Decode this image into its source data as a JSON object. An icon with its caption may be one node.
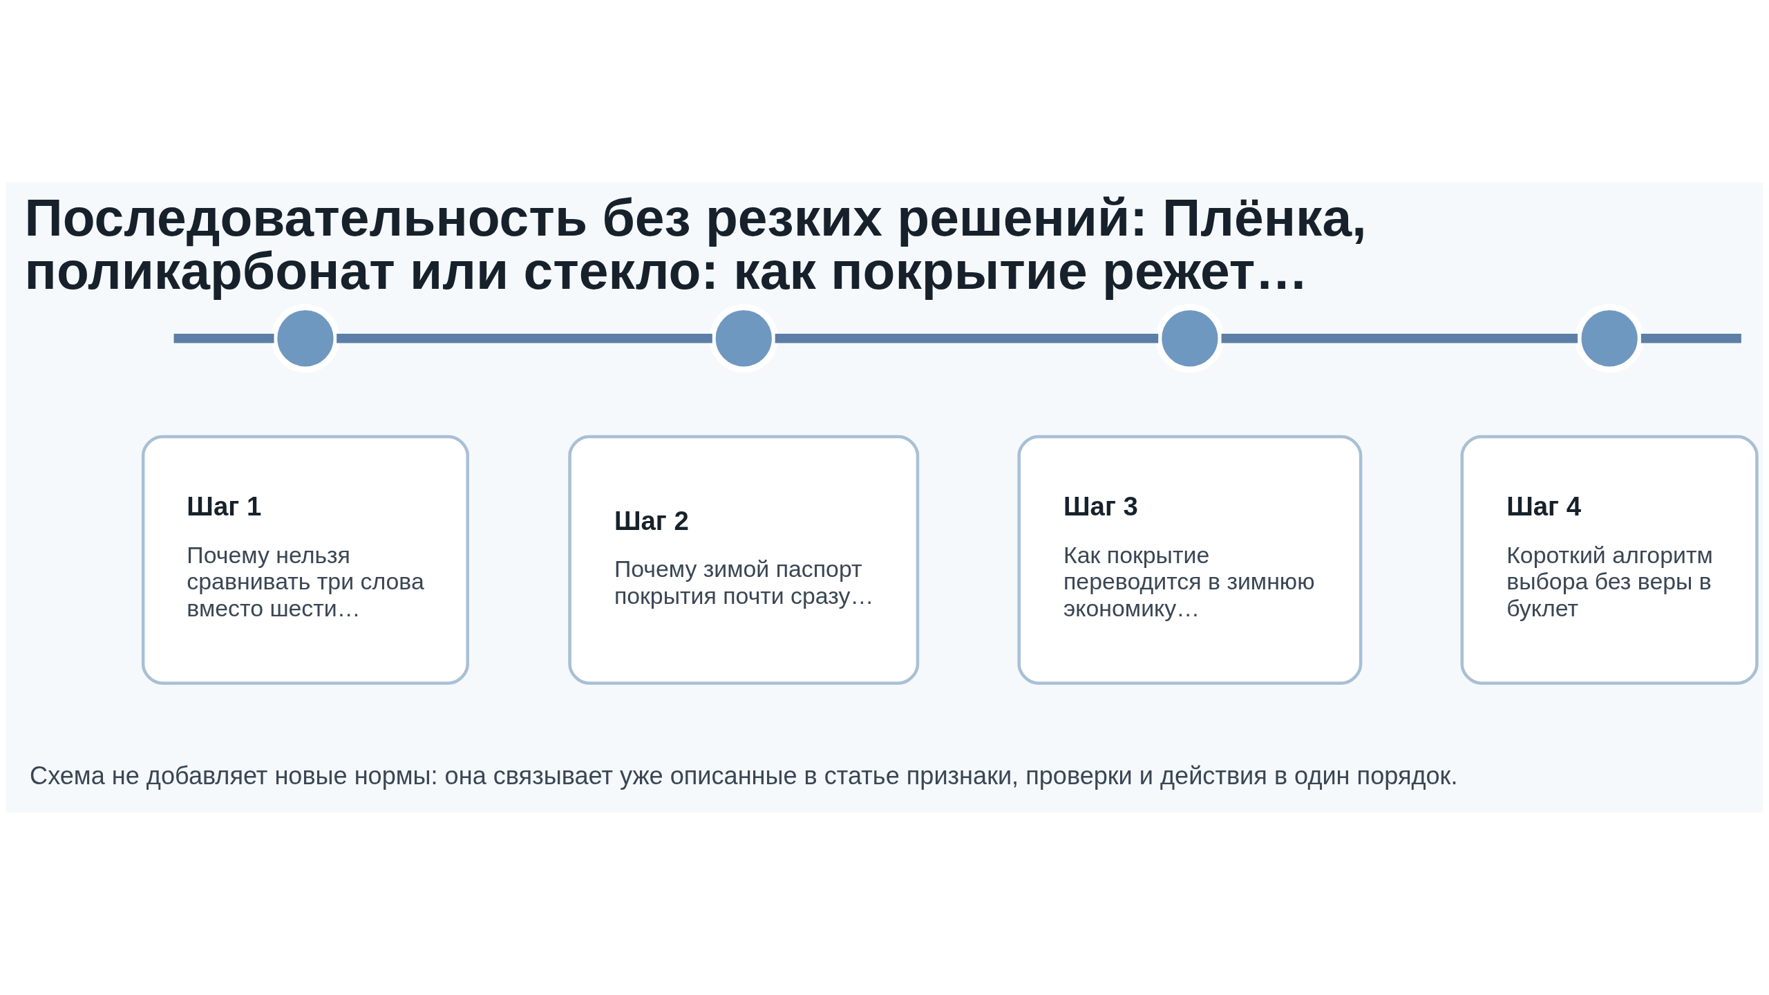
{
  "diagram": {
    "title": "Последовательность без резких решений: Плёнка, поликарбонат или стекло: как покрытие режет…",
    "caption": "Схема не добавляет новые нормы: она связывает уже описанные в статье признаки, проверки и действия в один порядок.",
    "nodes": [
      {
        "text": [],
        "shape": "circle"
      },
      {
        "text": [],
        "shape": "circle"
      },
      {
        "text": [],
        "shape": "circle"
      },
      {
        "text": [],
        "shape": "circle"
      },
      {
        "text": [
          "Шаг 1",
          "Почему нельзя сравнивать три слова вместо шести…"
        ]
      },
      {
        "text": [
          "Шаг 2",
          "Почему зимой паспорт покрытия почти сразу…"
        ]
      },
      {
        "text": [
          "Шаг 3",
          "Как покрытие переводится в зимнюю экономику…"
        ]
      },
      {
        "text": [
          "Шаг 4",
          "Короткий алгоритм выбора без веры в буклет"
        ]
      }
    ],
    "edges": [
      {
        "from": null,
        "to": 0,
        "arrow": "none"
      },
      {
        "from": 0,
        "to": 1,
        "arrow": "none"
      },
      {
        "from": 1,
        "to": 2,
        "arrow": "none"
      },
      {
        "from": 2,
        "to": 3,
        "arrow": "none"
      },
      {
        "from": 3,
        "to": null,
        "arrow": "none"
      }
    ]
  }
}
